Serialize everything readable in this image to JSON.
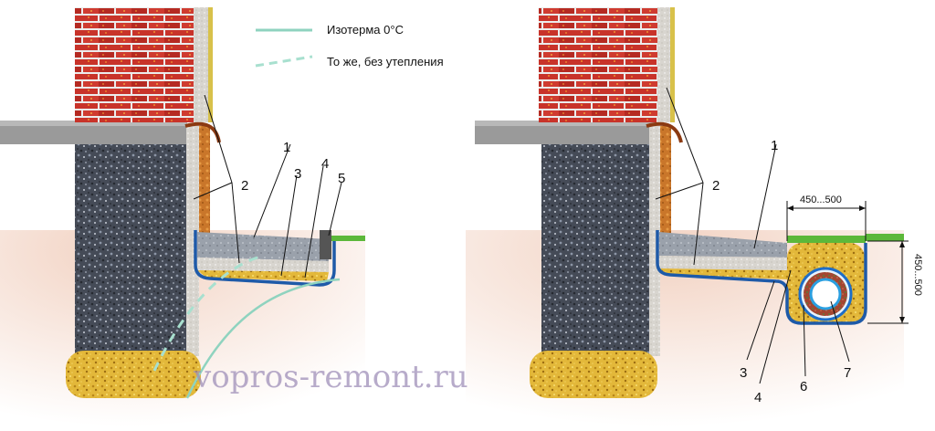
{
  "legend": {
    "isotherm_label": "Изотерма 0°С",
    "uninsulated_label": "То же, без утепления"
  },
  "left_labels": [
    "1",
    "2",
    "3",
    "4",
    "5"
  ],
  "right_labels": [
    "1",
    "2",
    "3",
    "4",
    "6",
    "7"
  ],
  "dimensions": {
    "width": "450...500",
    "height": "450...500"
  },
  "watermark": "vopros-remont.ru",
  "colors": {
    "isotherm": "#8fd3bf",
    "membrane": "#1e5aa8",
    "grass": "#5cb83a",
    "soil": "#f4dccd",
    "brick": "#c8332a",
    "gravel": "#e8c53a",
    "concrete": "#3a3f4a",
    "foam": "#d9d6d0"
  }
}
